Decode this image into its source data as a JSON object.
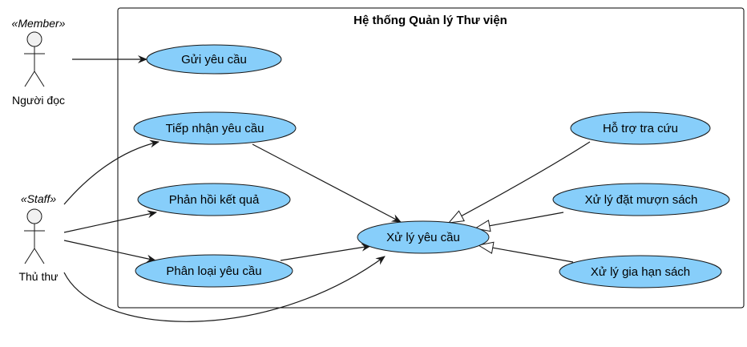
{
  "system": {
    "title": "Hệ thống Quản lý Thư viện"
  },
  "actors": {
    "member": {
      "stereotype": "«Member»",
      "name": "Người đọc"
    },
    "staff": {
      "stereotype": "«Staff»",
      "name": "Thủ thư"
    }
  },
  "use_cases": {
    "send_request": "Gửi yêu cầu",
    "receive_request": "Tiếp nhận yêu cầu",
    "respond_result": "Phản hồi kết quả",
    "classify_request": "Phân loại yêu cầu",
    "process_request": "Xử lý yêu cầu",
    "search_support": "Hỗ trợ tra cứu",
    "process_borrow": "Xử lý đặt mượn sách",
    "process_renew": "Xử lý gia hạn sách"
  },
  "colors": {
    "usecase_fill": "#87CEFA",
    "line": "#181818",
    "system_border": "#000000"
  }
}
